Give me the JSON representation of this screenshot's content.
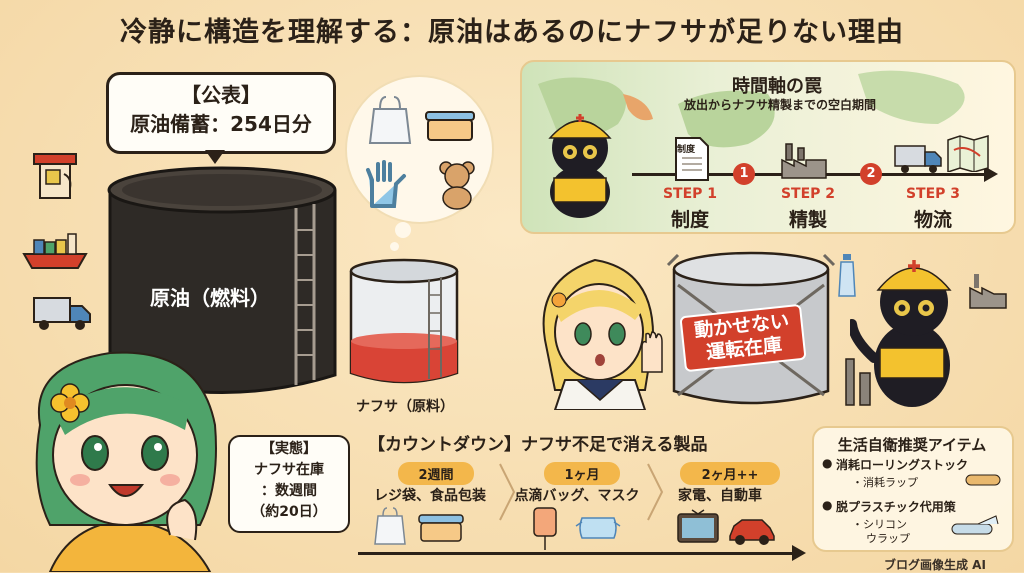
{
  "title": "冷静に構造を理解する：原油はあるのにナフサが足りない理由",
  "public_bubble": {
    "line1": "【公表】",
    "line2": "原油備蓄：254日分"
  },
  "crude_tank_label": "原油（燃料）",
  "naphtha_tank_label": "ナフサ（原料）",
  "reality_bubble": {
    "line1": "【実態】",
    "line2": "ナフサ在庫",
    "line3": "：数週間",
    "line4": "（約20日）"
  },
  "timeline": {
    "title": "時間軸の罠",
    "subtitle": "放出からナフサ精製までの空白期間",
    "doc_label": "制度",
    "steps": [
      {
        "num": "1",
        "label": "STEP 1",
        "name": "制度"
      },
      {
        "num": "2",
        "label": "STEP 2",
        "name": "精製"
      },
      {
        "num": "3",
        "label": "STEP 3",
        "name": "物流"
      }
    ]
  },
  "stuck_tank_sign": {
    "line1": "動かせない",
    "line2": "運転在庫"
  },
  "countdown": {
    "title": "【カウントダウン】ナフサ不足で消える製品",
    "items": [
      {
        "period": "2週間",
        "products": "レジ袋、食品包装"
      },
      {
        "period": "1ヶ月",
        "products": "点滴バッグ、マスク"
      },
      {
        "period": "2ヶ月++",
        "products": "家電、自動車"
      }
    ]
  },
  "self_defense": {
    "title": "生活自衛推奨アイテム",
    "items": [
      {
        "main": "消耗ローリングストック",
        "sub": "・消耗ラップ"
      },
      {
        "main": "脱プラスチック代用策",
        "sub": "・シリコン",
        "sub2": "ウラップ"
      }
    ]
  },
  "watermark": "ブログ画像生成 AI",
  "colors": {
    "background": "#f4d7a4",
    "accent_red": "#d2402b",
    "pill_orange": "#f3b74b",
    "tank_dark": "#2e2a26",
    "naphtha_red": "#d94436",
    "hair_green": "#4fa36a",
    "cat_black": "#1f1d24",
    "helmet_yellow": "#f3c22e"
  },
  "icons": [
    "gas-station-icon",
    "cargo-ship-icon",
    "truck-icon",
    "plastic-bag-icon",
    "food-container-icon",
    "glove-icon",
    "teddy-bear-icon",
    "document-icon",
    "factory-icon",
    "map-icon",
    "iv-bag-icon",
    "mask-icon",
    "tv-icon",
    "car-icon",
    "bottle-icon"
  ]
}
